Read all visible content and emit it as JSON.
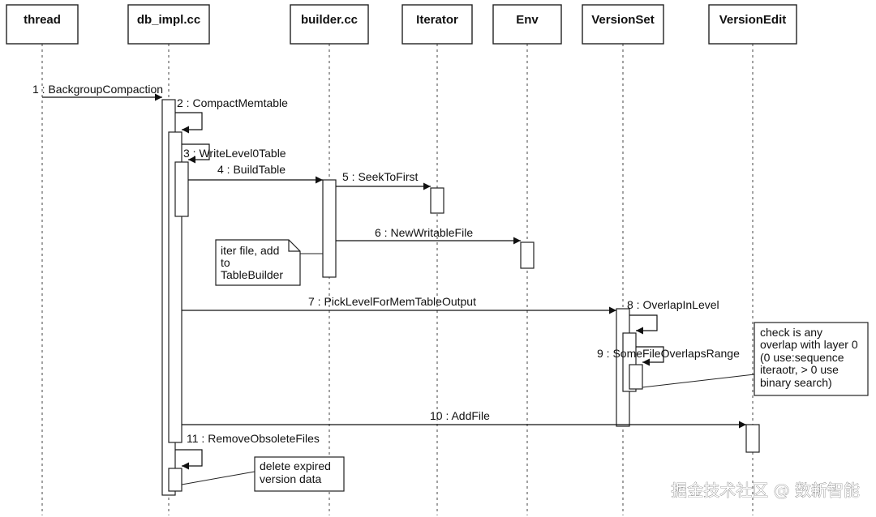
{
  "participants": [
    "thread",
    "db_impl.cc",
    "builder.cc",
    "Iterator",
    "Env",
    "VersionSet",
    "VersionEdit"
  ],
  "messages": [
    "1 : BackgroupCompaction",
    "2 : CompactMemtable",
    "3 : WriteLevel0Table",
    "4 : BuildTable",
    "5 : SeekToFirst",
    "6 : NewWritableFile",
    "7 : PickLevelForMemTableOutput",
    "8 : OverlapInLevel",
    "9 : SomeFileOverlapsRange",
    "10 : AddFile",
    "11 : RemoveObsoleteFiles"
  ],
  "notes": {
    "iter_note": [
      "iter file, add",
      "to",
      "TableBuilder"
    ],
    "overlap_note": [
      "check is any",
      "overlap with layer 0",
      "(0 use:sequence",
      "iteraotr, > 0 use",
      "binary search)"
    ],
    "delete_note": [
      "delete expired",
      "version data"
    ]
  },
  "watermark": "掘金技术社区 @ 数新智能"
}
